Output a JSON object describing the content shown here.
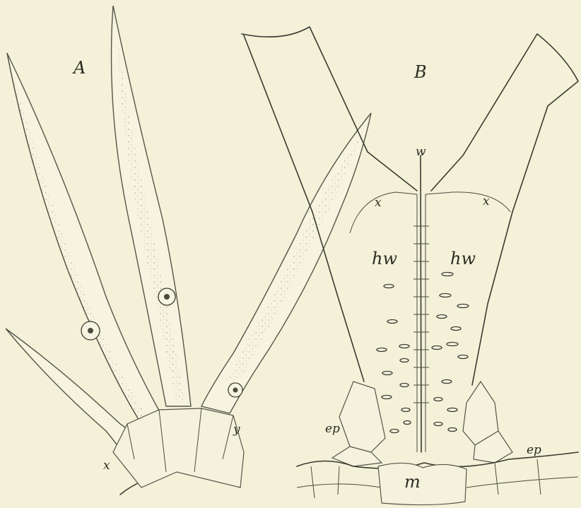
{
  "figure": {
    "panel_a": {
      "label": "A",
      "callouts": {
        "x": "x",
        "y": "y"
      }
    },
    "panel_b": {
      "label": "B",
      "callouts": {
        "w": "w",
        "x_left": "x",
        "x_right": "x",
        "hw_left": "hw",
        "hw_right": "hw",
        "ep_left": "ep",
        "ep_right": "ep",
        "m": "m"
      }
    }
  }
}
